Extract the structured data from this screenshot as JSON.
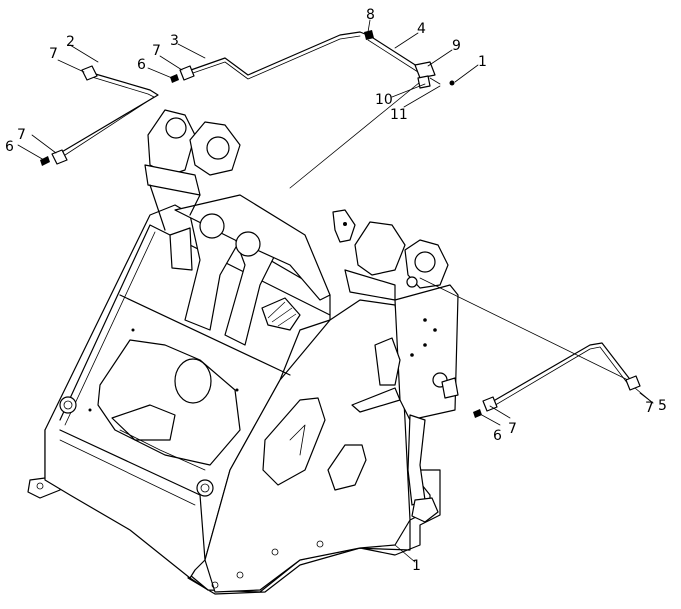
{
  "callouts": {
    "c1_top": "1",
    "c2": "2",
    "c3": "3",
    "c4": "4",
    "c5": "5",
    "c6_a": "6",
    "c6_b": "6",
    "c6_c": "6",
    "c7_a": "7",
    "c7_b": "7",
    "c7_c": "7",
    "c7_d": "7",
    "c7_e": "7",
    "c8": "8",
    "c9": "9",
    "c10": "10",
    "c11": "11",
    "c1_bottom": "1"
  }
}
